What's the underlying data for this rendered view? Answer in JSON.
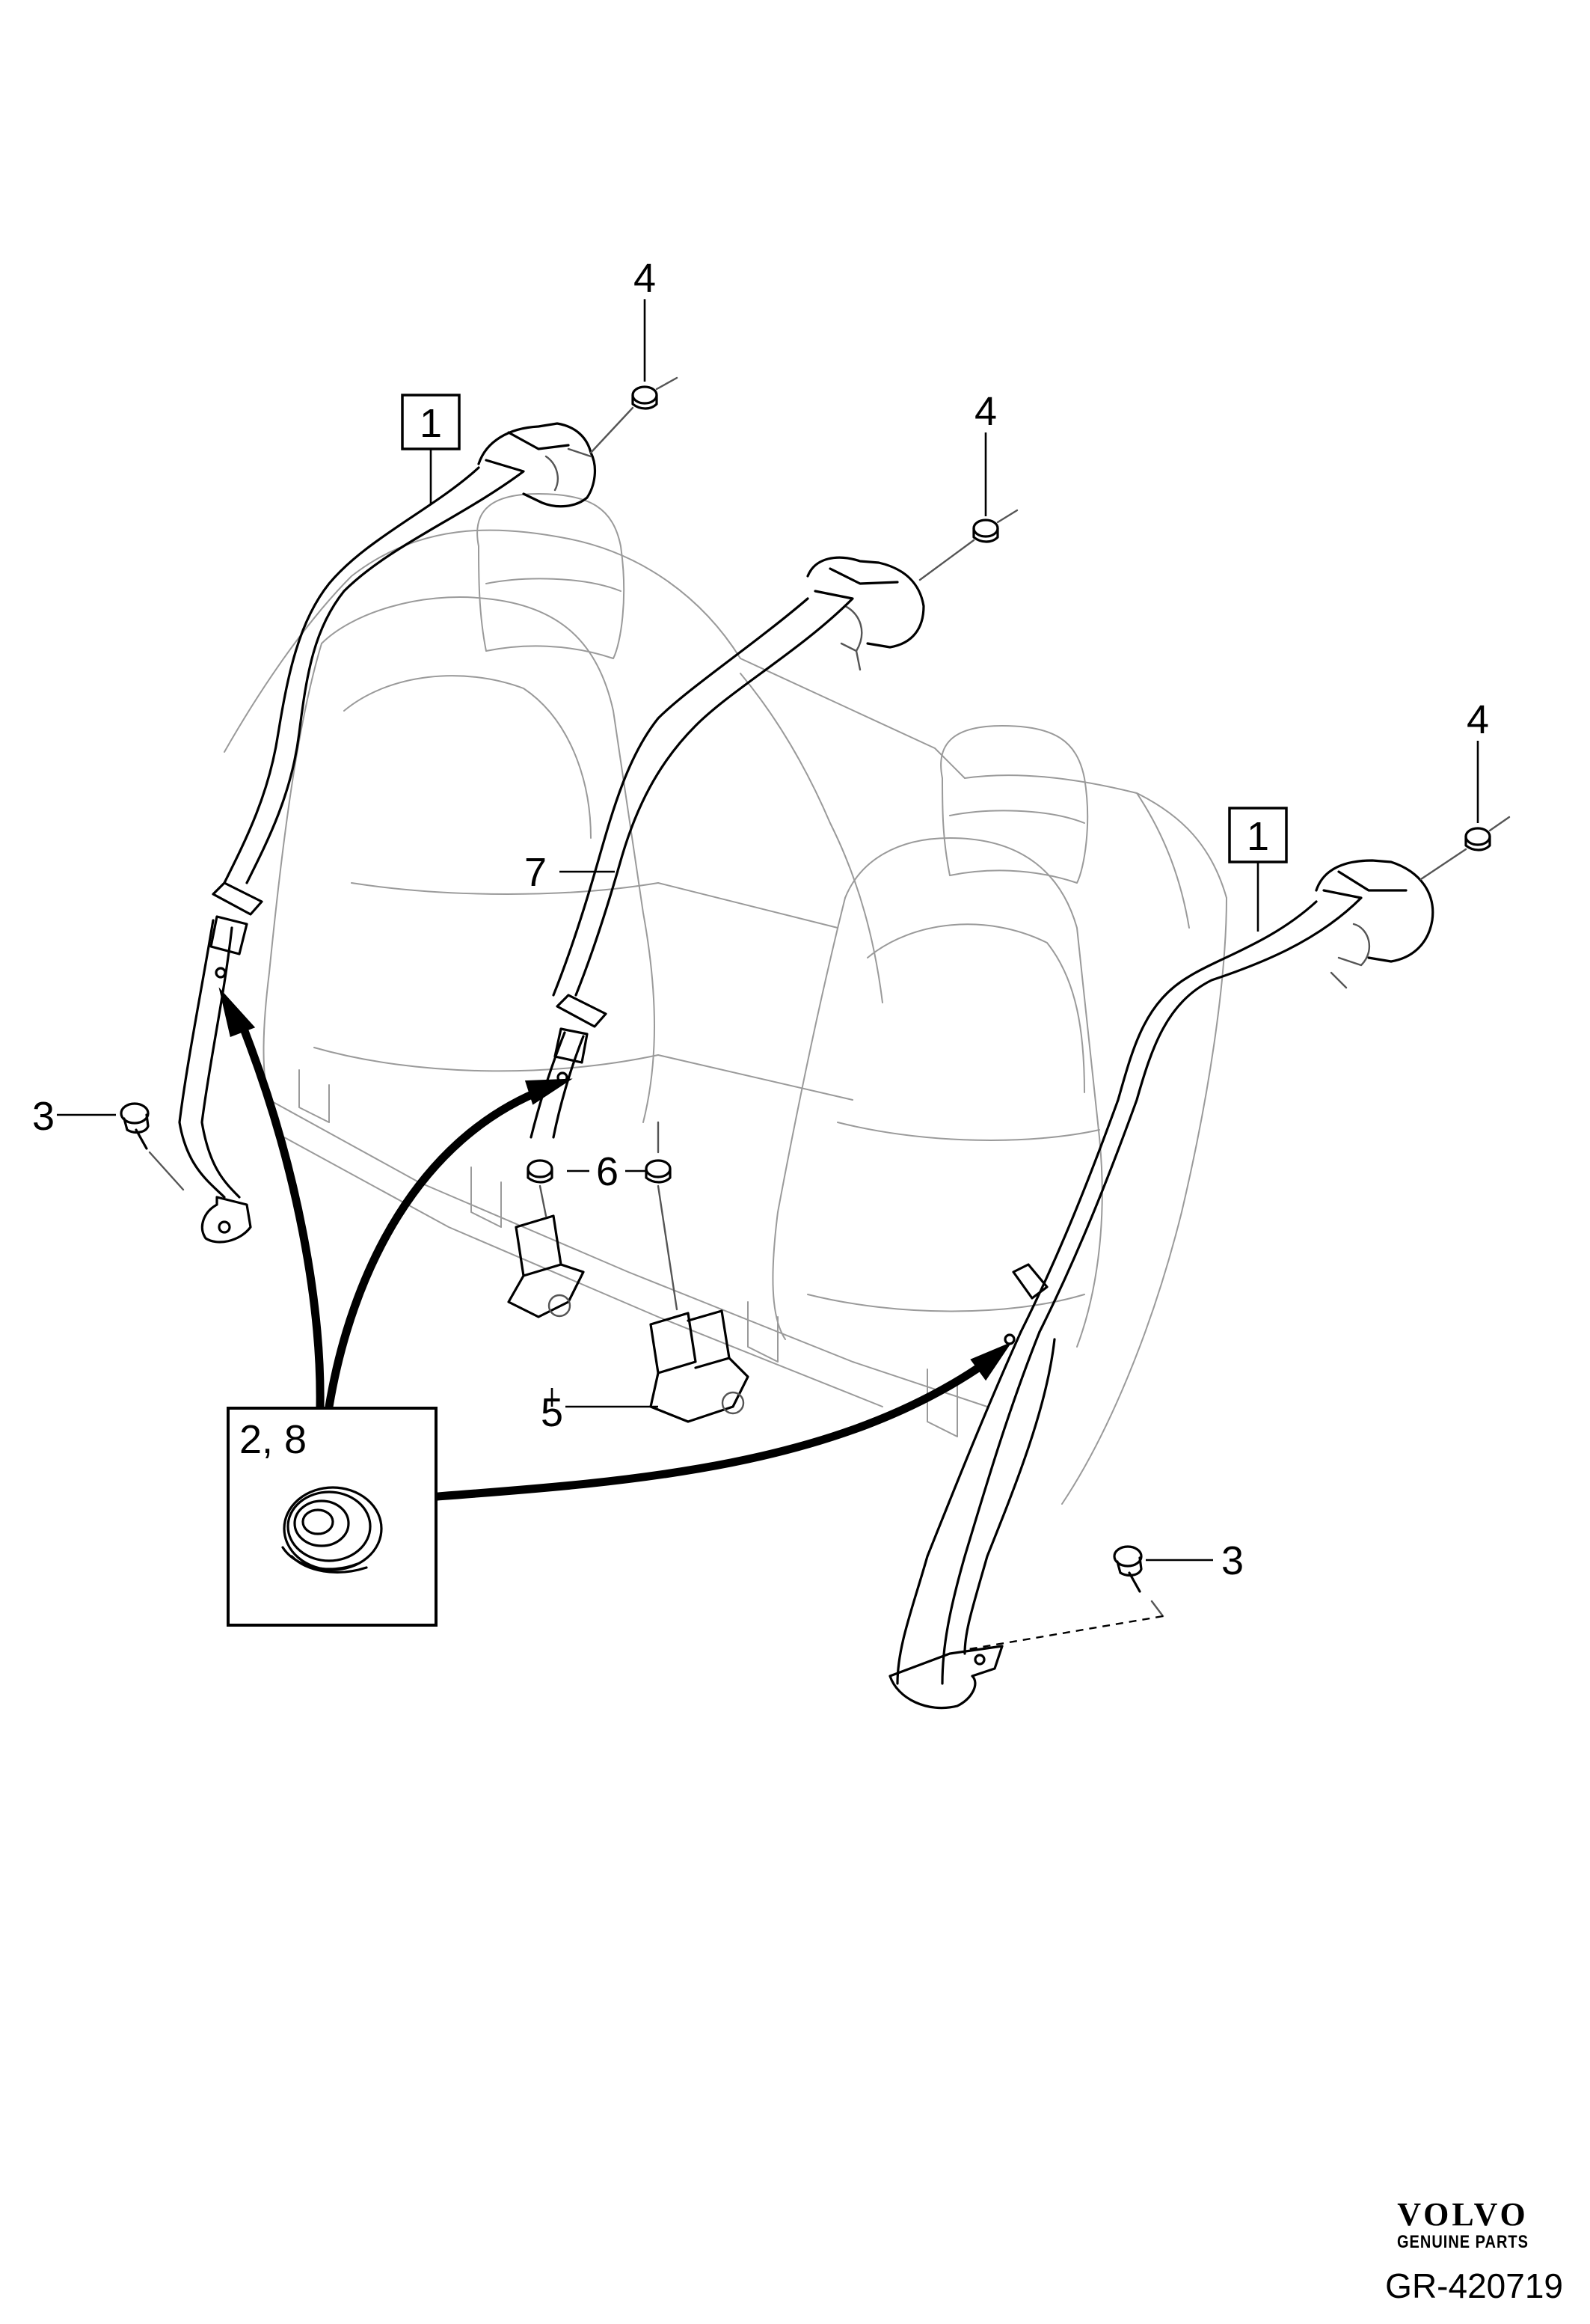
{
  "callouts": {
    "c1_left": "1",
    "c1_right": "1",
    "c2_8": "2, 8",
    "c3_left": "3",
    "c3_right": "3",
    "c4_top": "4",
    "c4_mid": "4",
    "c4_right": "4",
    "c5": "5",
    "c6": "6",
    "c7": "7"
  },
  "brand": {
    "logo": "VOLVO",
    "tagline": "GENUINE PARTS",
    "code": "GR-420719"
  }
}
